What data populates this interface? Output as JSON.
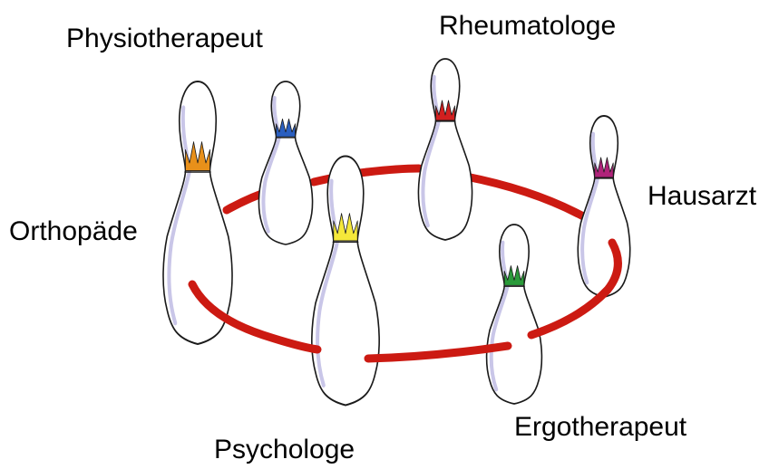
{
  "labels": {
    "physiotherapeut": "Physiotherapeut",
    "rheumatologe": "Rheumatologe",
    "hausarzt": "Hausarzt",
    "orthopaede": "Orthopäde",
    "ergotherapeut": "Ergotherapeut",
    "psychologe": "Psychologe"
  },
  "colors": {
    "ring": "#cc1a12",
    "pin_body": "#ffffff",
    "pin_outline": "#1a1a1a",
    "pin_shade": "#c9c6e8",
    "crown_orthopaede": "#e8901a",
    "crown_physiotherapeut": "#2a5fc0",
    "crown_psychologe": "#f5e83a",
    "crown_rheumatologe": "#d21f1f",
    "crown_hausarzt": "#b0237a",
    "crown_ergotherapeut": "#2a9a3a"
  }
}
